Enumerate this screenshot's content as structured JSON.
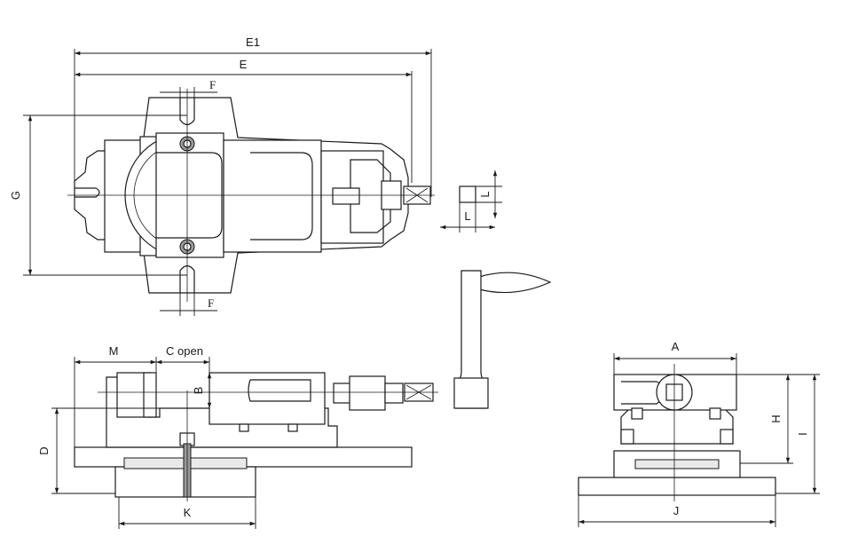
{
  "labels": {
    "e1": "E1",
    "e": "E",
    "f_top": "F",
    "f_bottom": "F",
    "g": "G",
    "l_vertical": "L",
    "l_horizontal": "L",
    "m": "M",
    "c_open": "C open",
    "b": "B",
    "d": "D",
    "k": "K",
    "a": "A",
    "h": "H",
    "i": "I",
    "j": "J"
  }
}
